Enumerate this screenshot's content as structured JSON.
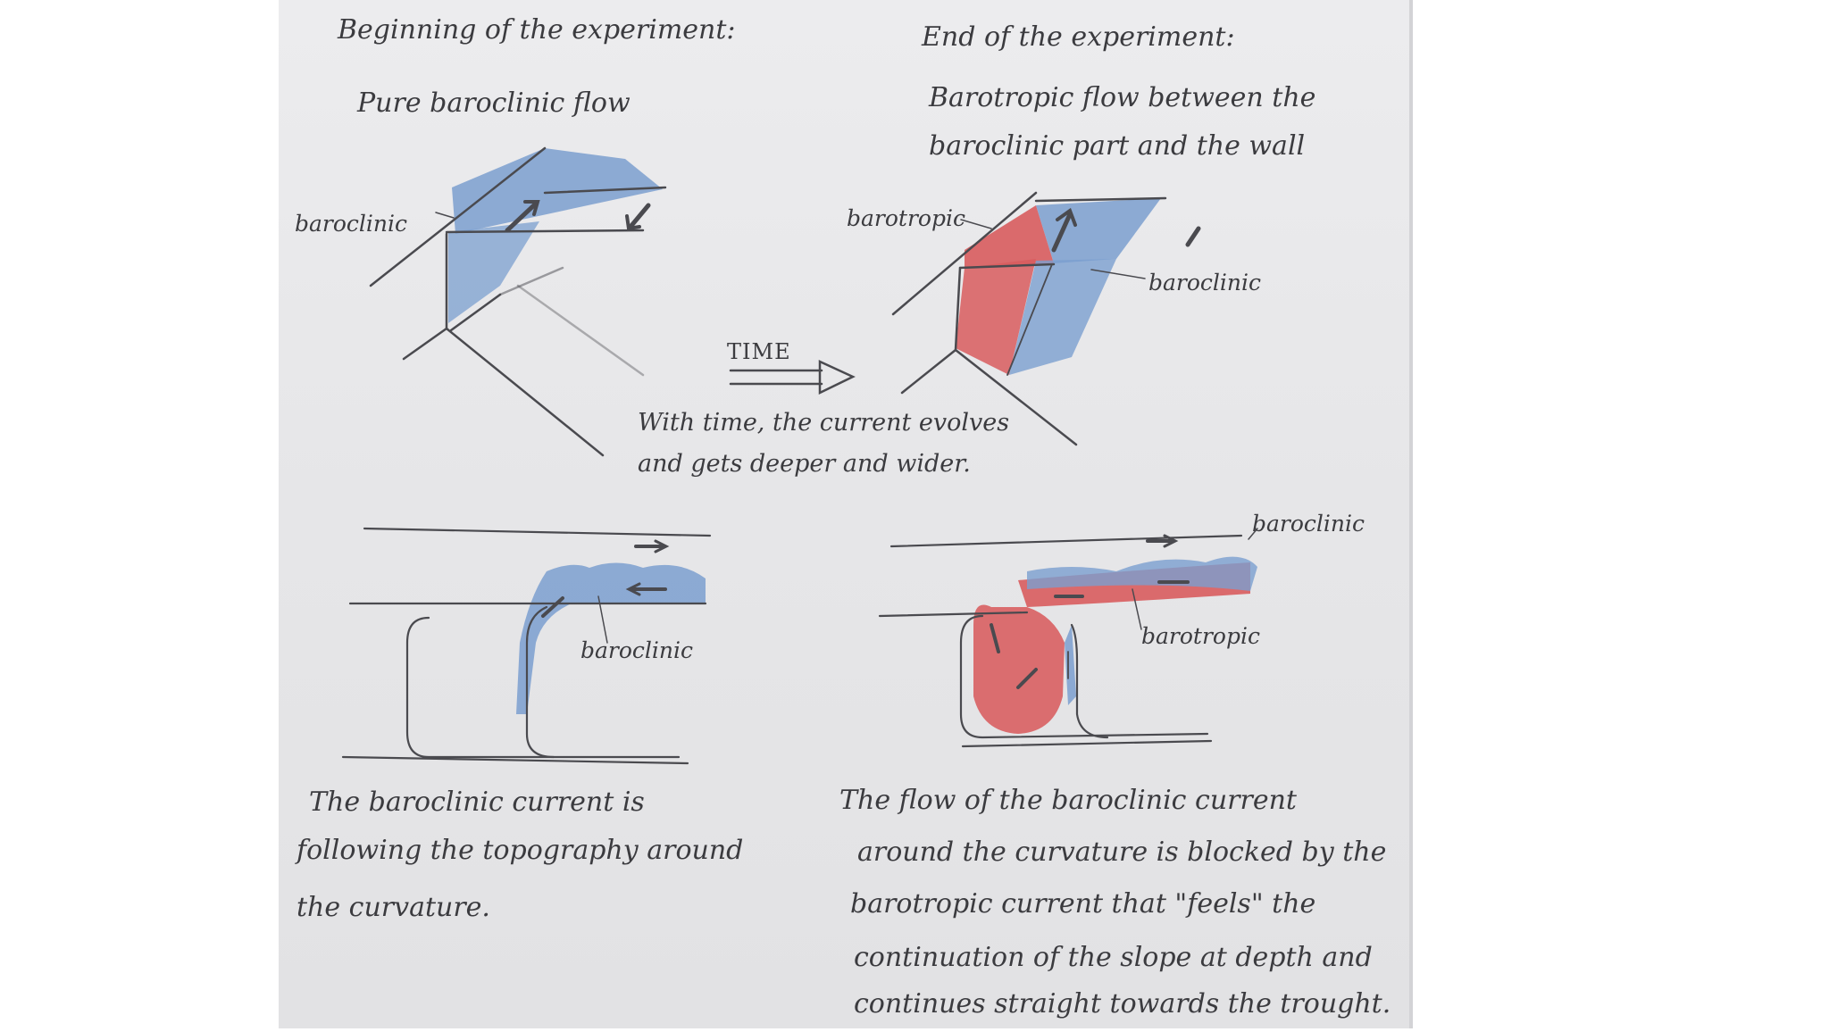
{
  "text": {
    "left_heading": "Beginning of the experiment:",
    "left_subtitle": "Pure baroclinic flow",
    "right_heading": "End of the experiment:",
    "right_subtitle_line1": "Barotropic flow between the",
    "right_subtitle_line2": "baroclinic part and the wall",
    "time_label": "TIME",
    "time_note_line1": "With time, the current evolves",
    "time_note_line2": "and gets deeper and wider.",
    "label_baroclinic_tl": "baroclinic",
    "label_barotropic_tr": "barotropic",
    "label_baroclinic_tr": "baroclinic",
    "label_baroclinic_bl": "baroclinic",
    "label_baroclinic_br": "baroclinic",
    "label_barotropic_br": "barotropic",
    "caption_left_1": "The baroclinic current is",
    "caption_left_2": "following the topography around",
    "caption_left_3": "the curvature.",
    "caption_right_1": "The flow of the baroclinic current",
    "caption_right_2": "around the curvature is blocked by the",
    "caption_right_3": "barotropic current that \"feels\" the",
    "caption_right_4": "continuation of the slope at depth and",
    "caption_right_5": "continues straight towards the trought."
  },
  "colors": {
    "baroclinic_blue": "#7b9fcf",
    "barotropic_red": "#d85c5e",
    "pencil": "#4a4a4f"
  }
}
